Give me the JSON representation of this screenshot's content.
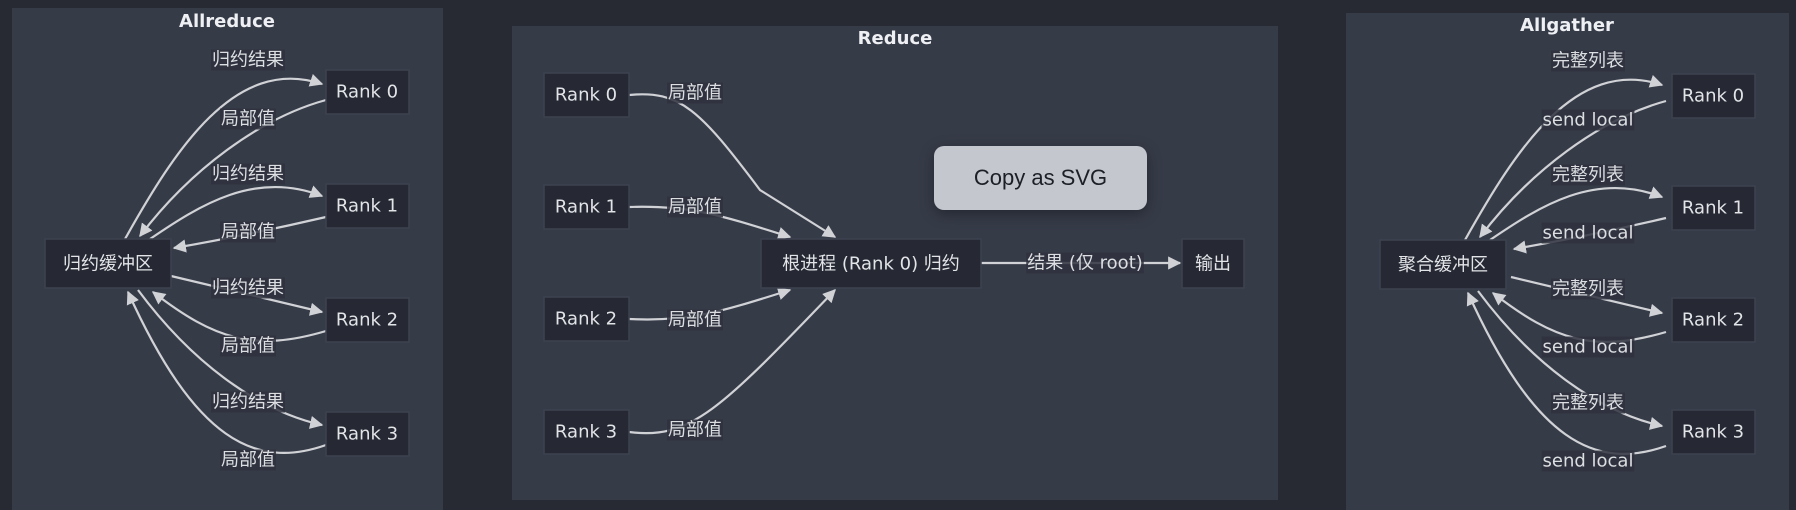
{
  "allreduce": {
    "title": "Allreduce",
    "buffer": "归约缓冲区",
    "ranks": [
      "Rank 0",
      "Rank 1",
      "Rank 2",
      "Rank 3"
    ],
    "out_label": "归约结果",
    "in_label": "局部值"
  },
  "reduce": {
    "title": "Reduce",
    "ranks": [
      "Rank 0",
      "Rank 1",
      "Rank 2",
      "Rank 3"
    ],
    "edge_label": "局部值",
    "root": "根进程 (Rank 0) 归约",
    "result_label": "结果 (仅 root)",
    "output": "输出"
  },
  "allgather": {
    "title": "Allgather",
    "buffer": "聚合缓冲区",
    "ranks": [
      "Rank 0",
      "Rank 1",
      "Rank 2",
      "Rank 3"
    ],
    "out_label": "完整列表",
    "in_label": "send local"
  },
  "overlay": {
    "copy_button": "Copy as SVG"
  }
}
